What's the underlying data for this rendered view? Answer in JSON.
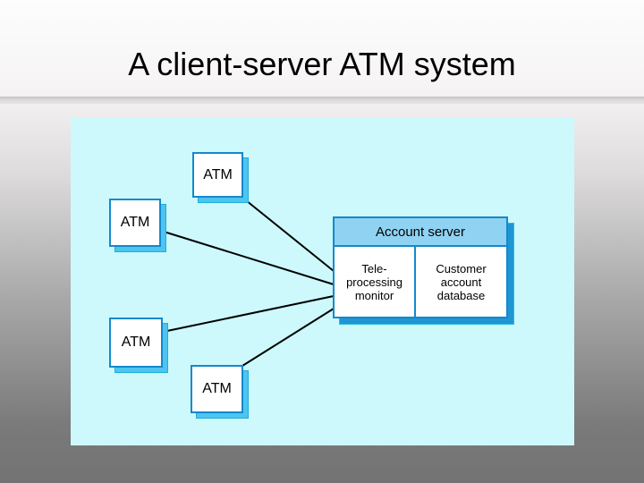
{
  "slide": {
    "title": "A client-server ATM system"
  },
  "diagram": {
    "atms": [
      {
        "id": "atm-top",
        "label": "ATM"
      },
      {
        "id": "atm-left",
        "label": "ATM"
      },
      {
        "id": "atm-bottom-left",
        "label": "ATM"
      },
      {
        "id": "atm-bottom-center",
        "label": "ATM"
      }
    ],
    "server": {
      "header": "Account server",
      "left_cell": {
        "line1": "Tele-",
        "line2": "processing",
        "line3": "monitor"
      },
      "right_cell": {
        "line1": "Customer",
        "line2": "account",
        "line3": "database"
      }
    },
    "connections": [
      {
        "from": "atm-top",
        "to": "account-server"
      },
      {
        "from": "atm-left",
        "to": "account-server"
      },
      {
        "from": "atm-bottom-left",
        "to": "account-server"
      },
      {
        "from": "atm-bottom-center",
        "to": "account-server"
      }
    ]
  },
  "colors": {
    "panel": "#cdf9fc",
    "border": "#1389cd",
    "header": "#8fd2f2",
    "atmShadow": "#4ec4f0",
    "shadowEdge": "#20aed6",
    "serverShadow": "#1e96d4",
    "serverShadowEdge": "#2bbbd8",
    "connector": "#000000",
    "divider": "#d7d7d7"
  }
}
